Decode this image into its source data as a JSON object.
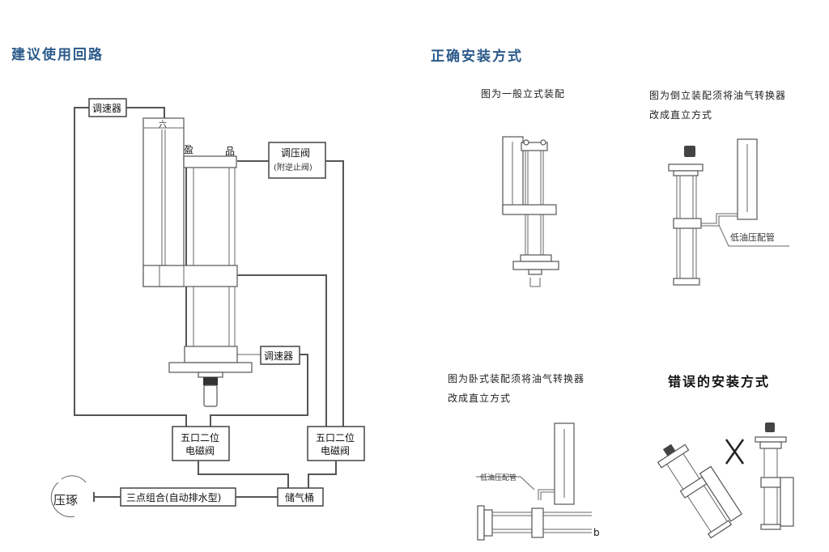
{
  "left_section": {
    "title": "建议使用回路",
    "components": {
      "speed_regulator_top": "调速器",
      "pressure_valve_line1": "调压阀",
      "pressure_valve_line2": "(附逆止阀)",
      "speed_regulator_bottom": "调速器",
      "solenoid_left_line1": "五口二位",
      "solenoid_left_line2": "电磁阀",
      "solenoid_right_line1": "五口二位",
      "solenoid_right_line2": "电磁阀",
      "frl_unit": "三点组合(自动排水型)",
      "air_tank": "储气桶",
      "air_source": "压琢",
      "marker_top": "六",
      "marker_left": "盈",
      "marker_right": "品"
    }
  },
  "right_section": {
    "title": "正确安装方式",
    "panels": [
      {
        "caption": "图为一般立式装配"
      },
      {
        "caption_line1": "图为倒立装配须将油气转换器",
        "caption_line2": "改成直立方式",
        "pipe_label": "低油压配管"
      },
      {
        "caption_line1": "图为卧式装配须将油气转换器",
        "caption_line2": "改成直立方式",
        "pipe_label": "低油压配管",
        "marker": "b"
      }
    ],
    "wrong": {
      "title": "错误的安装方式",
      "mark": "X"
    }
  },
  "colors": {
    "heading": "#2b5a8a",
    "line": "#555555"
  }
}
